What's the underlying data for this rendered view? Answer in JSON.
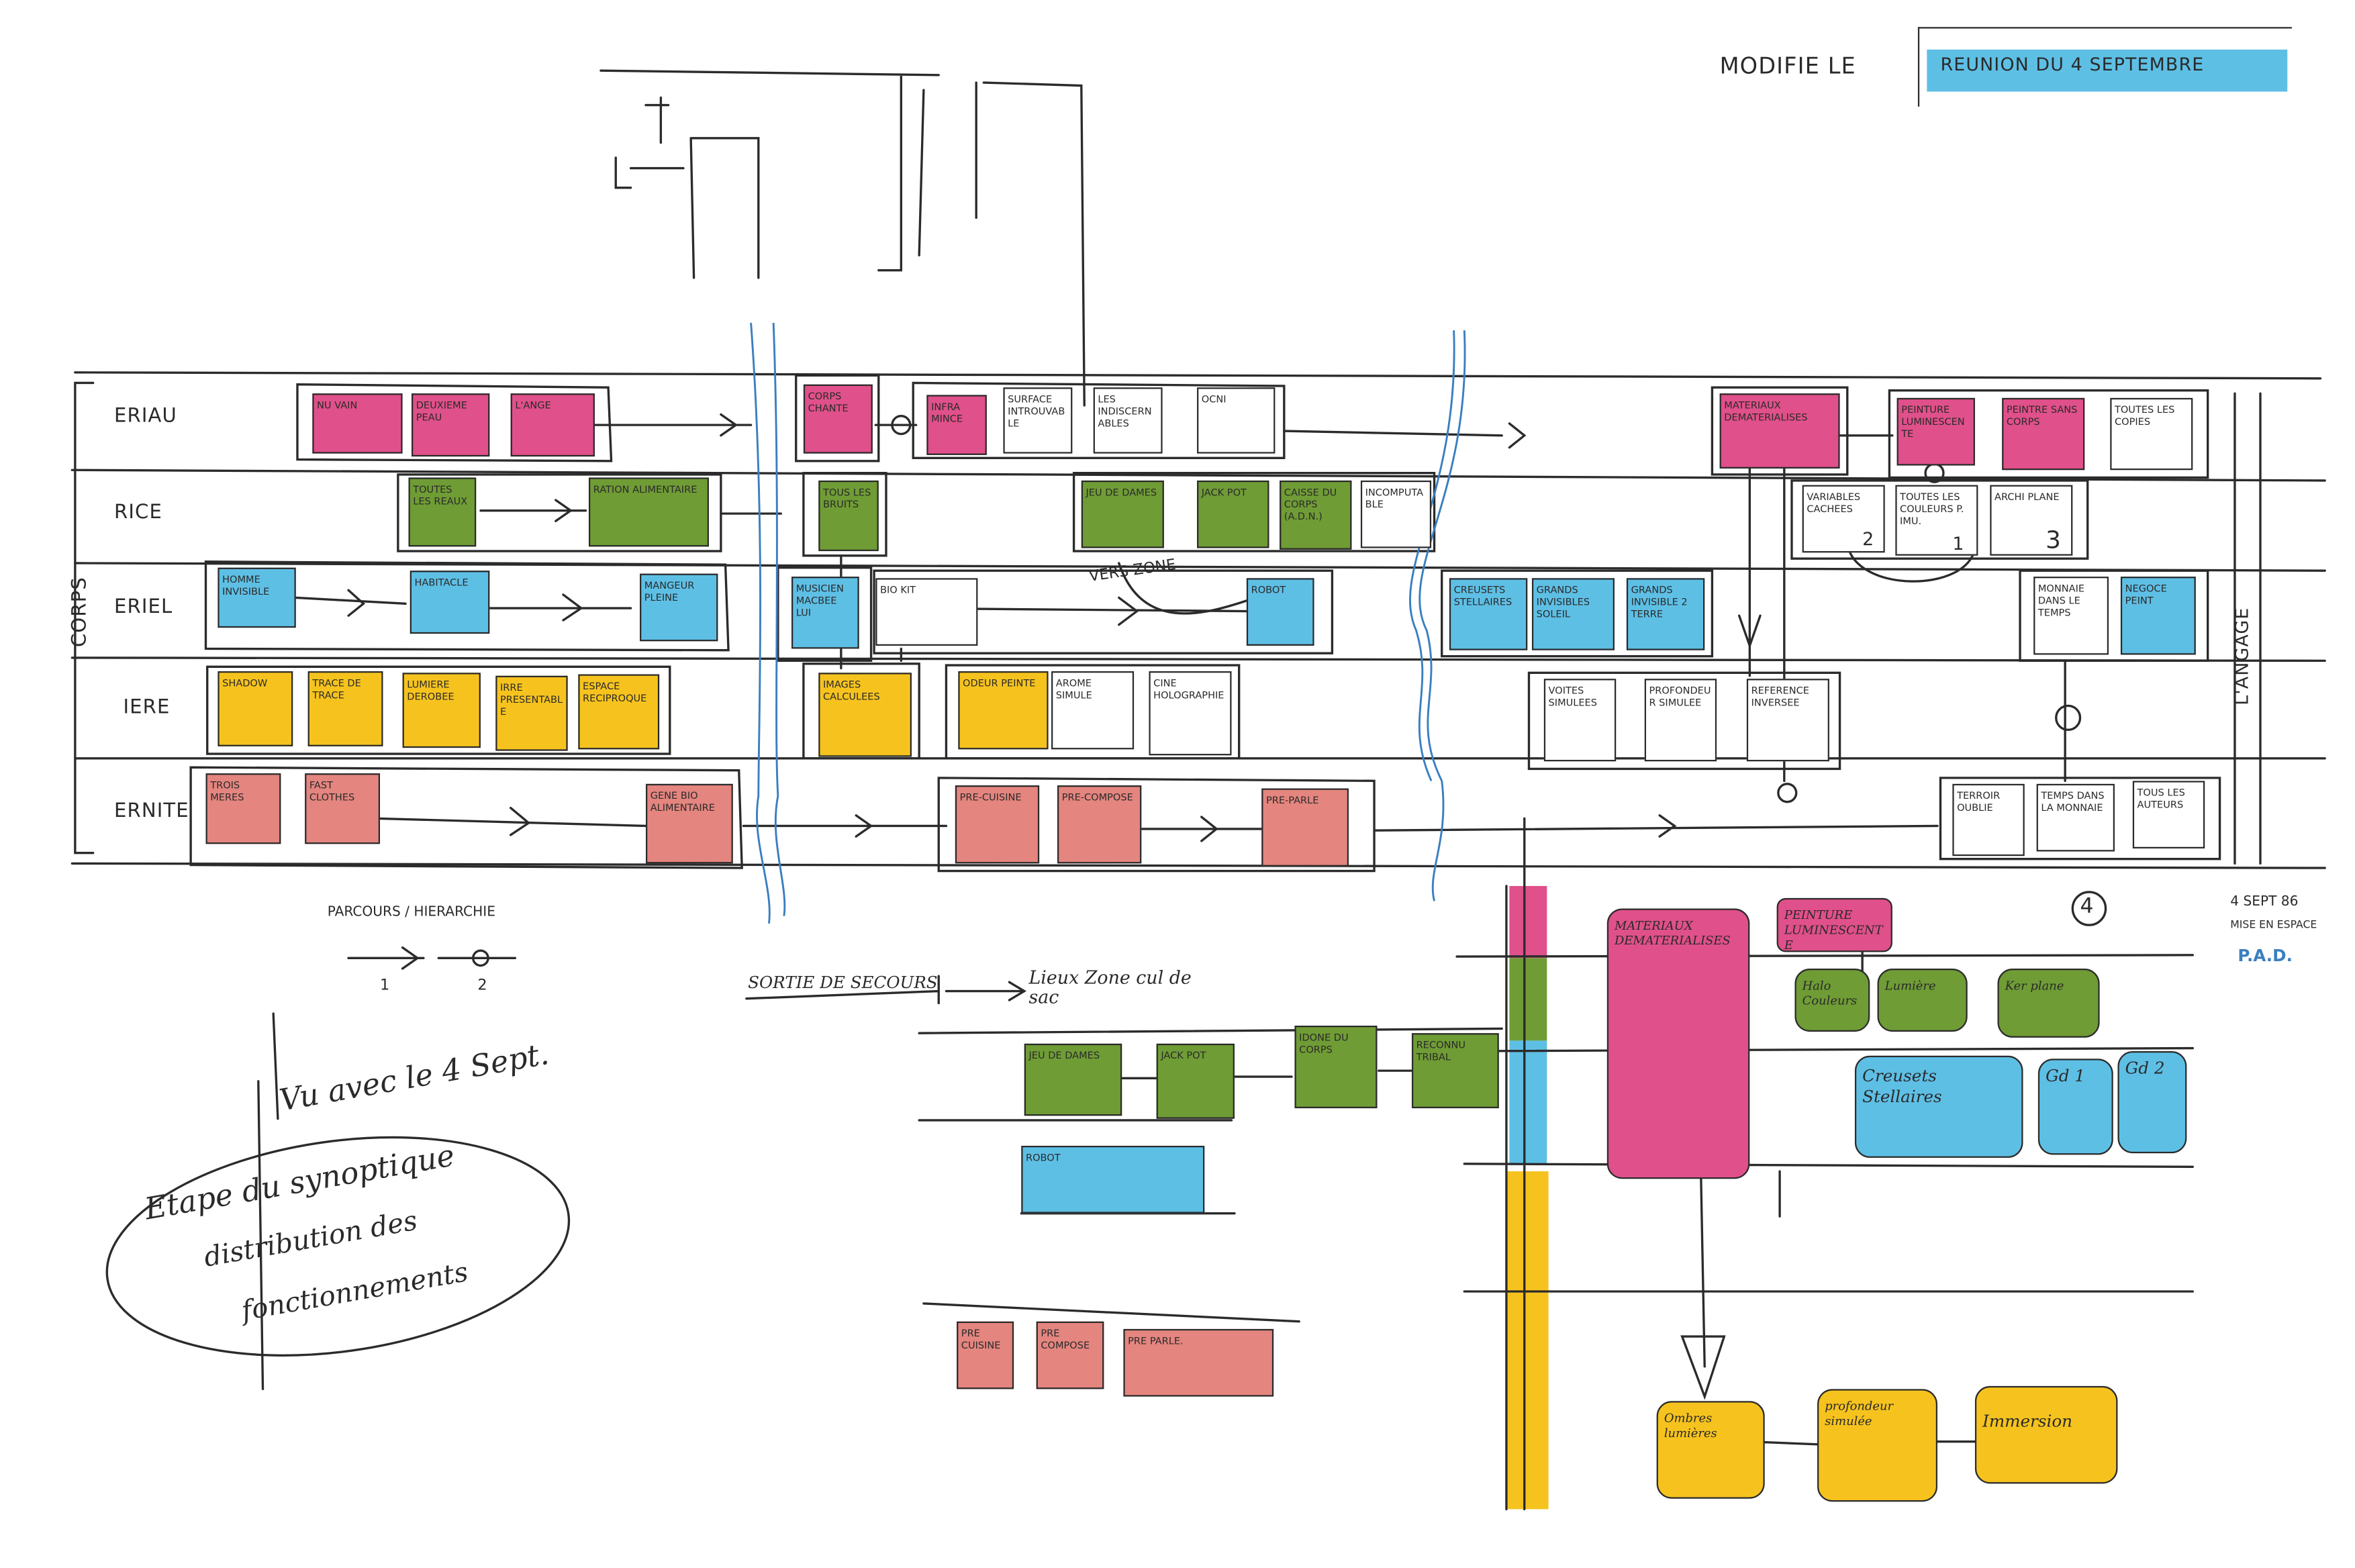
{
  "header": {
    "modified_label": "MODIFIE LE",
    "meeting": "REUNION DU 4 SEPTEMBRE"
  },
  "group_label": "CORPS",
  "side_label": "L'ANGAGE",
  "rows": [
    {
      "label": "ERIAU",
      "boxes": [
        "NU VAIN",
        "DEUXIEME PEAU",
        "L'ANGE",
        "CORPS CHANTE",
        "INFRA MINCE",
        "SURFACE INTROUVABLE",
        "LES INDISCERNABLES",
        "OCNI",
        "MATERIAUX DEMATERIALISES",
        "PEINTURE LUMINESCENTE",
        "PEINTRE SANS CORPS",
        "TOUTES LES COPIES"
      ]
    },
    {
      "label": "RICE",
      "boxes": [
        "TOUTES LES REAUX",
        "RATION ALIMENTAIRE",
        "TOUS LES BRUITS",
        "JEU DE DAMES",
        "JACK POT",
        "CAISSE DU CORPS (A.D.N.)",
        "INCOMPUTABLE",
        "VARIABLES CACHEES",
        "TOUTES LES COULEURS P. IMU.",
        "ARCHI PLANE"
      ]
    },
    {
      "label": "ERIEL",
      "boxes": [
        "HOMME INVISIBLE",
        "HABITACLE",
        "MANGEUR PLEINE",
        "MUSICIEN MACBEE LUI",
        "BIO KIT",
        "ROBOT",
        "CREUSETS STELLAIRES",
        "GRANDS INVISIBLES SOLEIL",
        "GRANDS INVISIBLE 2 TERRE",
        "MONNAIE DANS LE TEMPS",
        "NEGOCE PEINT"
      ]
    },
    {
      "label": "IERE",
      "boxes": [
        "SHADOW",
        "TRACE DE TRACE",
        "LUMIERE DEROBEE",
        "IRRE PRESENTABLE",
        "ESPACE RECIPROQUE",
        "IMAGES CALCULEES",
        "ODEUR PEINTE",
        "AROME SIMULE",
        "CINE HOLOGRAPHIE",
        "VOITES SIMULEES",
        "PROFONDEUR SIMULEE",
        "REFERENCE INVERSEE"
      ]
    },
    {
      "label": "ERNITE",
      "boxes": [
        "TROIS MERES",
        "FAST CLOTHES",
        "GENE BIO ALIMENTAIRE",
        "PRE-CUISINE",
        "PRE-COMPOSE",
        "PRE-PARLE",
        "TERROIR OUBLIE",
        "TEMPS DANS LA MONNAIE",
        "TOUS LES AUTEURS"
      ]
    }
  ],
  "annotations": {
    "vers_zone": "VERS ZONE",
    "archi_number": "3",
    "loop_1": "1",
    "loop_2": "2"
  },
  "legend": {
    "title": "PARCOURS / HIERARCHIE",
    "item1": "1",
    "item2": "2"
  },
  "lower_flow": {
    "exit_label": "SORTIE DE SECOURS",
    "target_label": "Lieux Zone cul de sac",
    "green": [
      "JEU DE DAMES",
      "JACK POT",
      "IDONE DU CORPS",
      "RECONNU TRIBAL"
    ],
    "blue": [
      "ROBOT"
    ],
    "salmon": [
      "PRE CUISINE",
      "PRE COMPOSE",
      "PRE PARLE."
    ]
  },
  "notes": {
    "seen": "Vu avec le 4 Sept.",
    "caption_lines": [
      "Etape du synoptique",
      "distribution des",
      "fonctionnements"
    ]
  },
  "right_panel": {
    "number": "4",
    "date": "4 SEPT 86",
    "subtitle": "MISE EN ESPACE",
    "initials": "P.A.D.",
    "pink_big": "MATERIAUX DEMATERIALISES",
    "pink_small": "PEINTURE LUMINESCENTE",
    "green": [
      "Halo Couleurs",
      "Lumière",
      "Ker plane"
    ],
    "blue": [
      "Creusets Stellaires",
      "Gd 1",
      "Gd 2"
    ],
    "yellow": [
      "Ombres lumières",
      "profondeur simulée",
      "Immersion"
    ]
  },
  "colors": {
    "pink": "#e0508a",
    "green": "#6f9c35",
    "blue": "#5ebfe5",
    "yellow": "#f6c31e",
    "salmon": "#e4857f",
    "pen_blue": "#3a7fc0"
  }
}
